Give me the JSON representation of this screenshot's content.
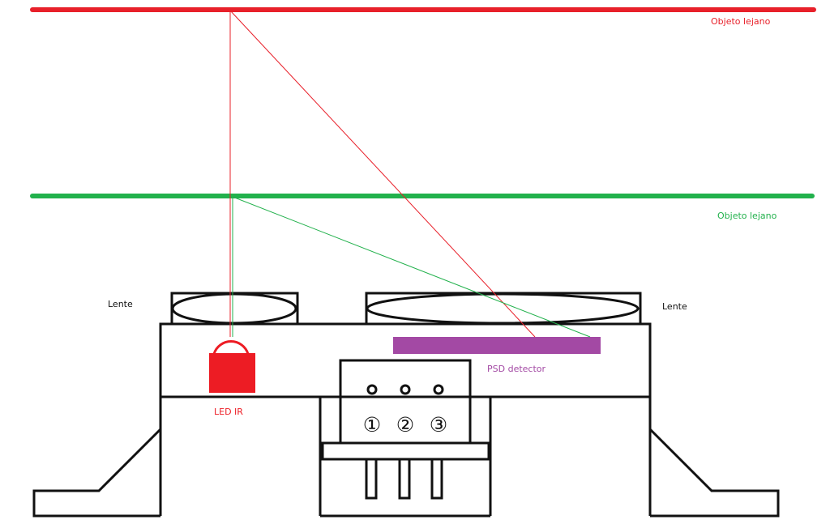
{
  "labels": {
    "far_object": "Objeto lejano",
    "near_object": "Objeto lejano",
    "lens_left": "Lente",
    "lens_right": "Lente",
    "psd_detector": "PSD detector",
    "led_ir": "LED IR",
    "pin_1": "①",
    "pin_2": "②",
    "pin_3": "③"
  },
  "colors": {
    "far_object": "#e8202a",
    "near_object": "#22b14c",
    "psd_detector": "#a349a4",
    "led": "#ed1c24",
    "outline": "#111111",
    "background": "#ffffff"
  }
}
